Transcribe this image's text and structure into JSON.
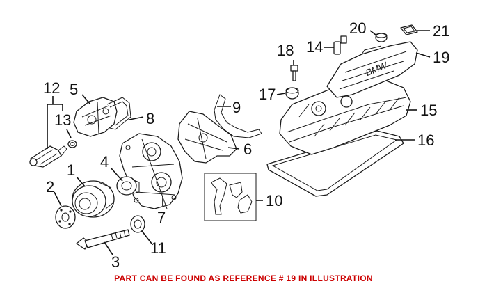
{
  "diagram": {
    "footer_note": "PART CAN BE FOUND AS REFERENCE # 19 IN ILLUSTRATION",
    "footer_color": "#cc0000",
    "callouts": [
      {
        "id": "c1",
        "label": "1"
      },
      {
        "id": "c2",
        "label": "2"
      },
      {
        "id": "c3",
        "label": "3"
      },
      {
        "id": "c4",
        "label": "4"
      },
      {
        "id": "c5",
        "label": "5"
      },
      {
        "id": "c6",
        "label": "6"
      },
      {
        "id": "c7",
        "label": "7"
      },
      {
        "id": "c8",
        "label": "8"
      },
      {
        "id": "c9",
        "label": "9"
      },
      {
        "id": "c10",
        "label": "10"
      },
      {
        "id": "c11",
        "label": "11"
      },
      {
        "id": "c12",
        "label": "12"
      },
      {
        "id": "c13",
        "label": "13"
      },
      {
        "id": "c14",
        "label": "14"
      },
      {
        "id": "c15",
        "label": "15"
      },
      {
        "id": "c16",
        "label": "16"
      },
      {
        "id": "c17",
        "label": "17"
      },
      {
        "id": "c18",
        "label": "18"
      },
      {
        "id": "c19",
        "label": "19"
      },
      {
        "id": "c20",
        "label": "20"
      },
      {
        "id": "c21",
        "label": "21"
      }
    ],
    "brand_logo_text": "BMW"
  }
}
